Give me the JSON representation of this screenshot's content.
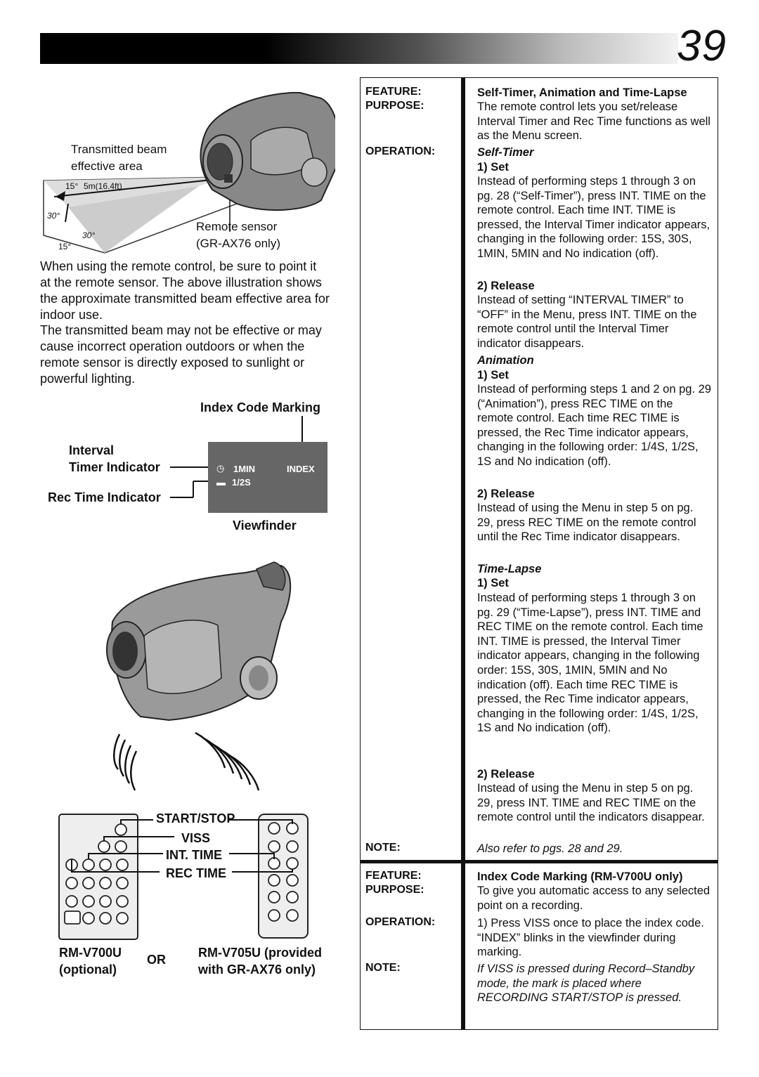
{
  "page_number": "39",
  "beam_diagram": {
    "label_line1": "Transmitted beam",
    "label_line2": "effective area",
    "angle_15_top": "15°",
    "distance": "5m(16.4ft)",
    "angle_30_left": "30°",
    "angle_30_right": "30°",
    "angle_15_bottom": "15°",
    "sensor_line1": "Remote sensor",
    "sensor_line2": "(GR-AX76 only)"
  },
  "intro": {
    "para1": "When using the remote control, be sure to point it at the remote sensor. The above illustration shows the approximate transmitted beam effective area for indoor use.",
    "para2": "The transmitted beam may not be effective or may cause incorrect operation outdoors or when the remote sensor is directly exposed to sunlight or powerful lighting."
  },
  "viewfinder_diagram": {
    "index_code_marking": "Index Code Marking",
    "interval": "Interval",
    "timer_indicator": "Timer Indicator",
    "rec_time_indicator": "Rec Time Indicator",
    "vf_1min": "1MIN",
    "vf_index": "INDEX",
    "vf_half": "1/2S",
    "viewfinder": "Viewfinder"
  },
  "remote_diagram": {
    "start_stop": "START/STOP",
    "viss": "VISS",
    "int_time": "INT. TIME",
    "rec_time": "REC TIME",
    "rm700_line1": "RM-V700U",
    "rm700_line2": "(optional)",
    "or": "OR",
    "rm705_line1": "RM-V705U (provided",
    "rm705_line2": "with GR-AX76 only)"
  },
  "table": {
    "feature_label": "FEATURE:",
    "purpose_label": "PURPOSE:",
    "operation_label": "OPERATION:",
    "note_label": "NOTE:",
    "row1": {
      "feature": "Self-Timer, Animation and Time-Lapse",
      "purpose": "The remote control lets you set/release Interval Timer and Rec Time functions as well as the Menu screen.",
      "self_timer_title": "Self-Timer",
      "set_title": "1) Set",
      "release_title": "2) Release",
      "self_timer_set": "Instead of performing steps 1 through 3 on pg. 28 (“Self-Timer”), press INT. TIME on the remote control. Each time INT. TIME is pressed, the Interval Timer indicator appears, changing in the following order: 15S, 30S, 1MIN, 5MIN and No indication (off).",
      "self_timer_release": "Instead of setting “INTERVAL TIMER” to “OFF” in the Menu, press INT. TIME on the remote control until the Interval Timer indicator disappears.",
      "animation_title": "Animation",
      "animation_set": "Instead of performing steps 1 and 2 on pg. 29 (“Animation”), press REC TIME on the remote control. Each time REC TIME is pressed, the Rec Time indicator appears, changing in the following order: 1/4S, 1/2S, 1S and No indication (off).",
      "animation_release": "Instead of using the Menu in step 5 on pg. 29, press REC TIME on the remote control until the Rec Time indicator disappears.",
      "timelapse_title": "Time-Lapse",
      "timelapse_set": "Instead of performing steps 1 through 3 on pg. 29 (“Time-Lapse”), press INT. TIME and REC TIME on the remote control. Each time INT. TIME is pressed, the Interval Timer indicator appears, changing in the following order: 15S, 30S, 1MIN, 5MIN and No indication (off). Each time REC TIME is pressed, the Rec Time indicator appears, changing in the following order: 1/4S, 1/2S, 1S and No indication (off).",
      "timelapse_release": "Instead of using the Menu in step 5 on pg. 29, press INT. TIME and REC TIME on the remote control until the indicators disappear.",
      "note": "Also refer to pgs. 28 and 29."
    },
    "row2": {
      "feature": "Index Code Marking (RM-V700U only)",
      "purpose": "To give you automatic access to any selected point on a recording.",
      "operation": "1) Press VISS once to place the index code. “INDEX” blinks in the viewfinder during marking.",
      "note": "If VISS is pressed during Record–Standby mode, the mark is placed where RECORDING START/STOP is pressed."
    }
  }
}
